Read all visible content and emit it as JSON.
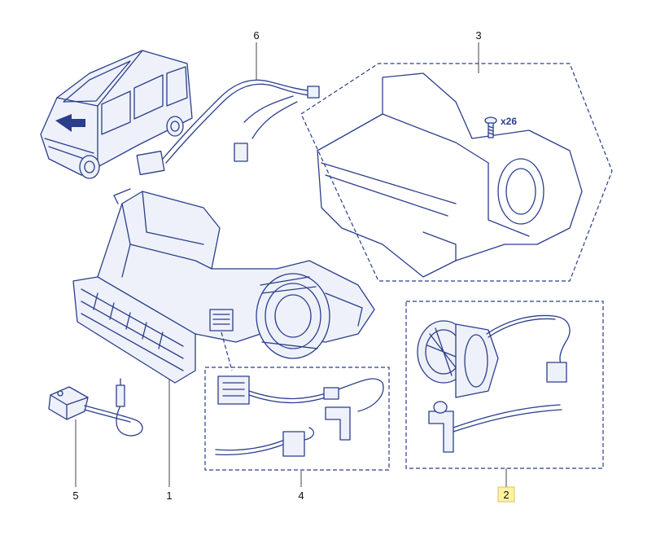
{
  "diagram": {
    "colors": {
      "line": "#2a3e8c",
      "highlight": "#fff3a0",
      "text": "#111111"
    },
    "parts": [
      {
        "id": "1",
        "label": "1",
        "highlighted": false
      },
      {
        "id": "2",
        "label": "2",
        "highlighted": true
      },
      {
        "id": "3",
        "label": "3",
        "highlighted": false
      },
      {
        "id": "4",
        "label": "4",
        "highlighted": false
      },
      {
        "id": "5",
        "label": "5",
        "highlighted": false
      },
      {
        "id": "6",
        "label": "6",
        "highlighted": false
      }
    ],
    "screw_quantity": "x26"
  }
}
